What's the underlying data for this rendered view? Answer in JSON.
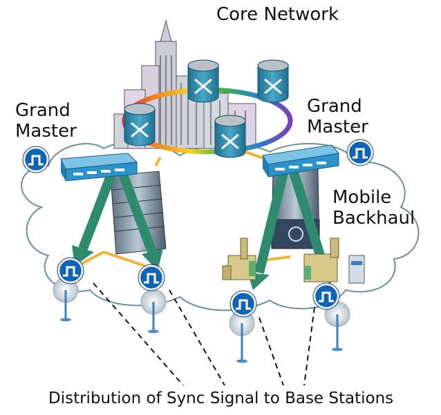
{
  "labels": {
    "core_network": "Core Network",
    "grand_master_left": [
      "Grand",
      "Master"
    ],
    "grand_master_right": [
      "Grand",
      "Master"
    ],
    "mobile_backhaul": [
      "Mobile",
      "Backhaul"
    ],
    "distribution": "Distribution of Sync Signal to Base Stations"
  },
  "colors": {
    "cloud_stroke": "#6f8f94",
    "arrow_green": "#2e8b6e",
    "link_orange": "#f2b233",
    "switch_blue": "#2a93c9",
    "router_teal": "#2f8fb0",
    "sync_blue": "#1163b6"
  },
  "icons": [
    "city-skyline-icon",
    "router-icon",
    "ethernet-switch-icon",
    "sync-clock-icon",
    "office-building-icon",
    "factory-icon",
    "cell-tower-icon",
    "server-icon"
  ]
}
